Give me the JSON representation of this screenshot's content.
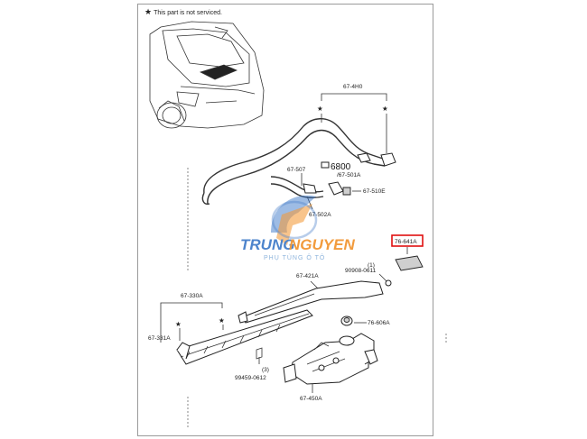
{
  "note": {
    "star": "★",
    "text": "This part is not serviced."
  },
  "labels": {
    "l_674h0": "67-4H0",
    "l_6800": "6800",
    "l_67501a": "/67-501A",
    "l_67507": "67-507",
    "l_67510e": "67-510E",
    "l_67502a": "67-502A",
    "l_76641a": "76-641A",
    "l_67421a": "67-421A",
    "l_90908": "90908-0611",
    "l_num1": "(1)",
    "l_67330a": "67-330A",
    "l_76606a": "76-606A",
    "l_67331a": "67-331A",
    "l_num3": "(3)",
    "l_99459": "99459-0612",
    "l_67450a": "67-450A"
  },
  "watermark": {
    "brand_a": "TRUNG",
    "brand_b": "NGUYEN",
    "subtitle": "PHỤ TÙNG Ô TÔ"
  },
  "colors": {
    "highlight": "#e01010",
    "watermark_blue": "#2f6fc4",
    "watermark_orange": "#f08a1c"
  }
}
